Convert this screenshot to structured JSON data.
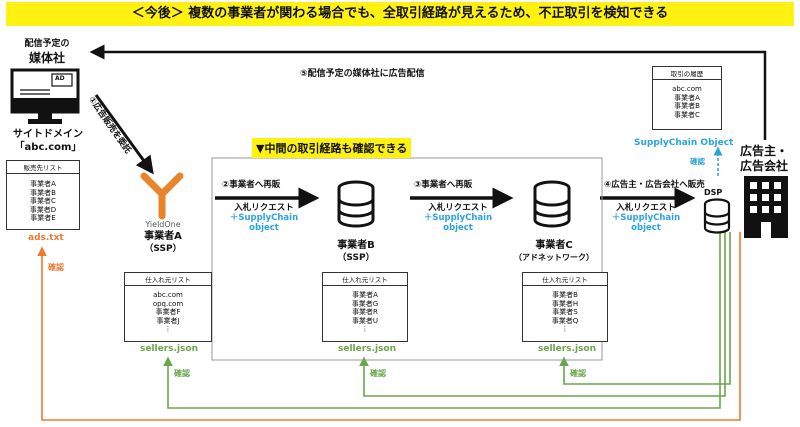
{
  "banner": "＜今後＞ 複数の事業者が関わる場合でも、全取引経路が見えるため、不正取引を検知できる",
  "publisher": {
    "caption_line1": "配信予定の",
    "caption_line2": "媒体社",
    "ad_label": "AD",
    "site_line1": "サイトドメイン",
    "site_line2": "「abc.com」",
    "list_title": "販売先リスト",
    "list_items": [
      "事業者A",
      "事業者B",
      "事業者C",
      "事業者D",
      "事業者E"
    ],
    "file": "ads.txt",
    "confirm": "確認"
  },
  "step1": "①広告販売を委託",
  "step5": "⑤配信予定の媒体社に広告配信",
  "middle_banner": "▼中間の取引経路も確認できる",
  "ssp_a": {
    "logo": "YieldOne",
    "name": "事業者A",
    "role": "（SSP）",
    "list_title": "仕入れ元リスト",
    "items": [
      "abc.com",
      "opq.com",
      "事業者F",
      "事業者J",
      "⋮"
    ],
    "file": "sellers.json",
    "confirm": "確認"
  },
  "step2": "②事業者へ再販",
  "ssp_b": {
    "name": "事業者B",
    "role": "（SSP）",
    "list_title": "仕入れ元リスト",
    "items": [
      "事業者A",
      "事業者G",
      "事業者R",
      "事業者U",
      "⋮"
    ],
    "file": "sellers.json",
    "confirm": "確認"
  },
  "step3": "③事業者へ再販",
  "ssp_c": {
    "name": "事業者C",
    "role": "（アドネットワーク）",
    "list_title": "仕入れ元リスト",
    "items": [
      "事業者B",
      "事業者H",
      "事業者S",
      "事業者Q",
      "⋮"
    ],
    "file": "sellers.json",
    "confirm": "確認"
  },
  "step4": "④広告主・広告会社へ販売",
  "bid_request": "入札リクエスト",
  "supply_chain": "＋SupplyChain object",
  "history": {
    "title": "取引の履歴",
    "items": [
      "abc.com",
      "事業者A",
      "事業者B",
      "事業者C"
    ],
    "label": "SupplyChain Object",
    "confirm": "確認"
  },
  "dsp": "DSP",
  "advertiser_line1": "広告主・",
  "advertiser_line2": "広告会社",
  "colors": {
    "banner": "#fff212",
    "green": "#6aa64a",
    "orange": "#e87b2e",
    "blue": "#2aa4e0",
    "logo": "#e8842a"
  }
}
